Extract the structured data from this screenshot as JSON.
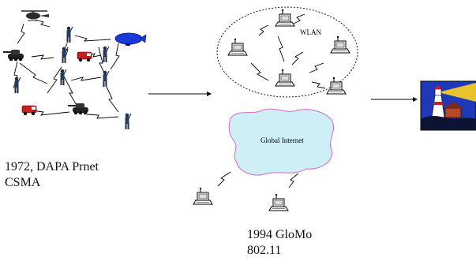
{
  "captions": {
    "left_line1": "1972, DAPA Prnet",
    "left_line2": "CSMA",
    "right_line1": "1994 GloMo",
    "right_line2": "802.11"
  },
  "labels": {
    "wlan": "WLAN",
    "internet": "Global Internet"
  },
  "colors": {
    "internet_fill": "#cfeff7",
    "internet_stroke": "#d667c9",
    "blimp": "#1a3ad8",
    "van": "#c81e1e",
    "sky": "#1f38b8",
    "sun": "#ffd21f"
  },
  "icons": [
    "helicopter-icon",
    "blimp-icon",
    "tank-icon",
    "van-icon",
    "soldier-icon",
    "laptop-icon",
    "lighthouse-icon"
  ]
}
